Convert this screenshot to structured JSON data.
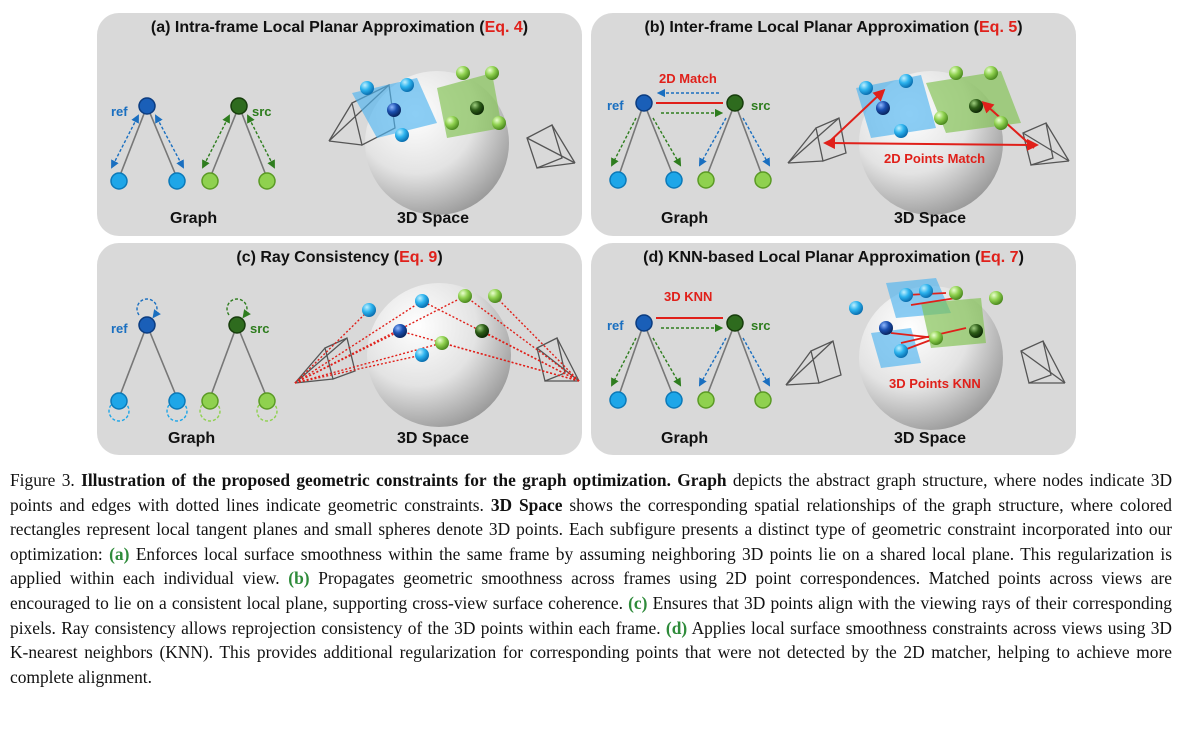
{
  "panels": {
    "a": {
      "title_prefix": "(a) Intra-frame Local Planar Approximation (",
      "eq": "Eq. 4",
      "title_suffix": ")",
      "graph_label": "Graph",
      "space_label": "3D Space",
      "ref": "ref",
      "src": "src"
    },
    "b": {
      "title_prefix": "(b) Inter-frame Local Planar Approximation (",
      "eq": "Eq. 5",
      "title_suffix": ")",
      "graph_label": "Graph",
      "space_label": "3D Space",
      "ref": "ref",
      "src": "src",
      "match_label": "2D Match",
      "points_label": "2D Points Match"
    },
    "c": {
      "title_prefix": "(c) Ray Consistency (",
      "eq": "Eq. 9",
      "title_suffix": ")",
      "graph_label": "Graph",
      "space_label": "3D Space",
      "ref": "ref",
      "src": "src"
    },
    "d": {
      "title_prefix": "(d) KNN-based Local Planar Approximation (",
      "eq": "Eq. 7",
      "title_suffix": ")",
      "graph_label": "Graph",
      "space_label": "3D Space",
      "ref": "ref",
      "src": "src",
      "match_label": "3D KNN",
      "points_label": "3D Points KNN"
    }
  },
  "caption": {
    "fig": "Figure 3.",
    "bold_title": "Illustration of the proposed geometric constraints for the graph optimization.",
    "graph_word": "Graph",
    "t1": "depicts the abstract graph structure, where nodes indicate 3D points and edges with dotted lines indicate geometric constraints.",
    "space_word": "3D Space",
    "t2": "shows the corresponding spatial relationships of the graph structure, where colored rectangles represent local tangent planes and small spheres denote 3D points. Each subfigure presents a distinct type of geometric constraint incorporated into our optimization:",
    "a": "(a)",
    "ta": "Enforces local surface smoothness within the same frame by assuming neighboring 3D points lie on a shared local plane. This regularization is applied within each individual view.",
    "b": "(b)",
    "tb": "Propagates geometric smoothness across frames using 2D point correspondences. Matched points across views are encouraged to lie on a consistent local plane, supporting cross-view surface coherence.",
    "c": "(c)",
    "tc": "Ensures that 3D points align with the viewing rays of their corresponding pixels. Ray consistency allows reprojection consistency of the 3D points within each frame.",
    "d": "(d)",
    "td": "Applies local surface smoothness constraints across views using 3D K-nearest neighbors (KNN). This provides additional regularization for corresponding points that were not detected by the 2D matcher, helping to achieve more complete alignment."
  },
  "colors": {
    "panel": "#d9d9d9",
    "blue": "#1ea6e8",
    "dark_blue": "#1565c0",
    "green": "#8fd14f",
    "dark_green": "#2e6b1e",
    "red": "#e0201a"
  }
}
